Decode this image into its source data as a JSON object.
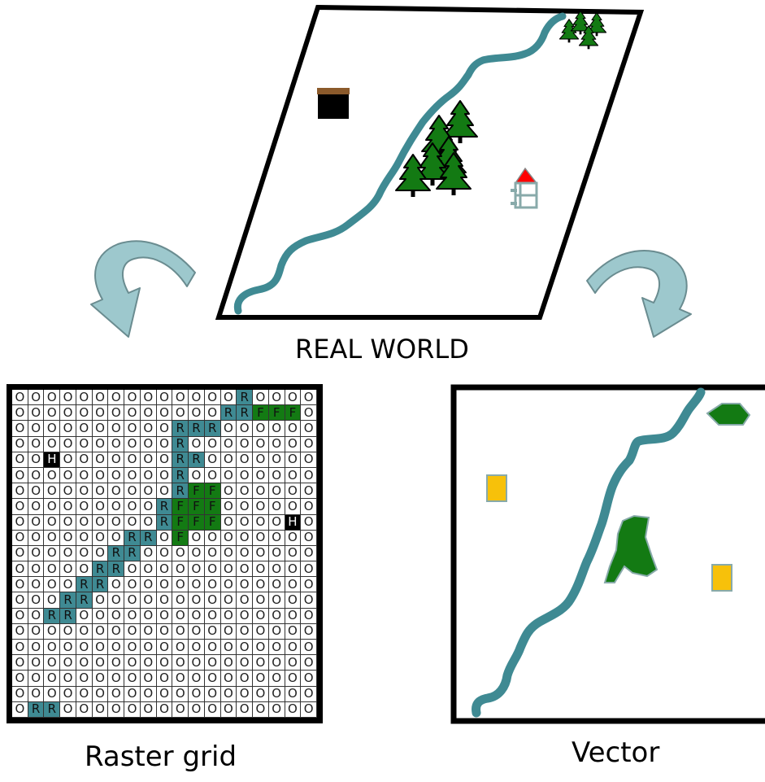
{
  "labels": {
    "real_world": "REAL WORLD",
    "raster": "Raster grid",
    "vector": "Vector"
  },
  "colors": {
    "river": "#3f8a93",
    "forest": "#137a13",
    "house_vector": "#f7c10a",
    "arrow": "#9dc8cd"
  },
  "icons": [
    "cabin-icon",
    "house-icon",
    "tree-icon",
    "curved-arrow-icon"
  ],
  "raster_rows": [
    "OOOOOOOOOOOOOOROOOO",
    "OOOOOOOOOOOOORRFFFO",
    "OOOOOOOOOORRROOOOOO",
    "OOOOOOOOOOROOOOOOOO",
    "OOHOOOOOOORROOOOOOO",
    "OOOOOOOOOOROOOOOOOO",
    "OOOOOOOOOORFFOOOOOO",
    "OOOOOOOOORFFFOOOOOO",
    "OOOOOOOOORFFFOOOOHO",
    "OOOOOOORROFOOOOOOOO",
    "OOOOOORROOOOOOOOOOO",
    "OOOOORROOOOOOOOOOOO",
    "OOOORROOOOOOOOOOOOO",
    "OOORROOOOOOOOOOOOOO",
    "OORROOOOOOOOOOOOOOO",
    "OOOOOOOOOOOOOOOOOOO",
    "OOOOOOOOOOOOOOOOOOO",
    "OOOOOOOOOOOOOOOOOOO",
    "OOOOOOOOOOOOOOOOOOO",
    "OOOOOOOOOOOOOOOOOOO",
    "ORROOOOOOOOOOOOOOOO"
  ]
}
